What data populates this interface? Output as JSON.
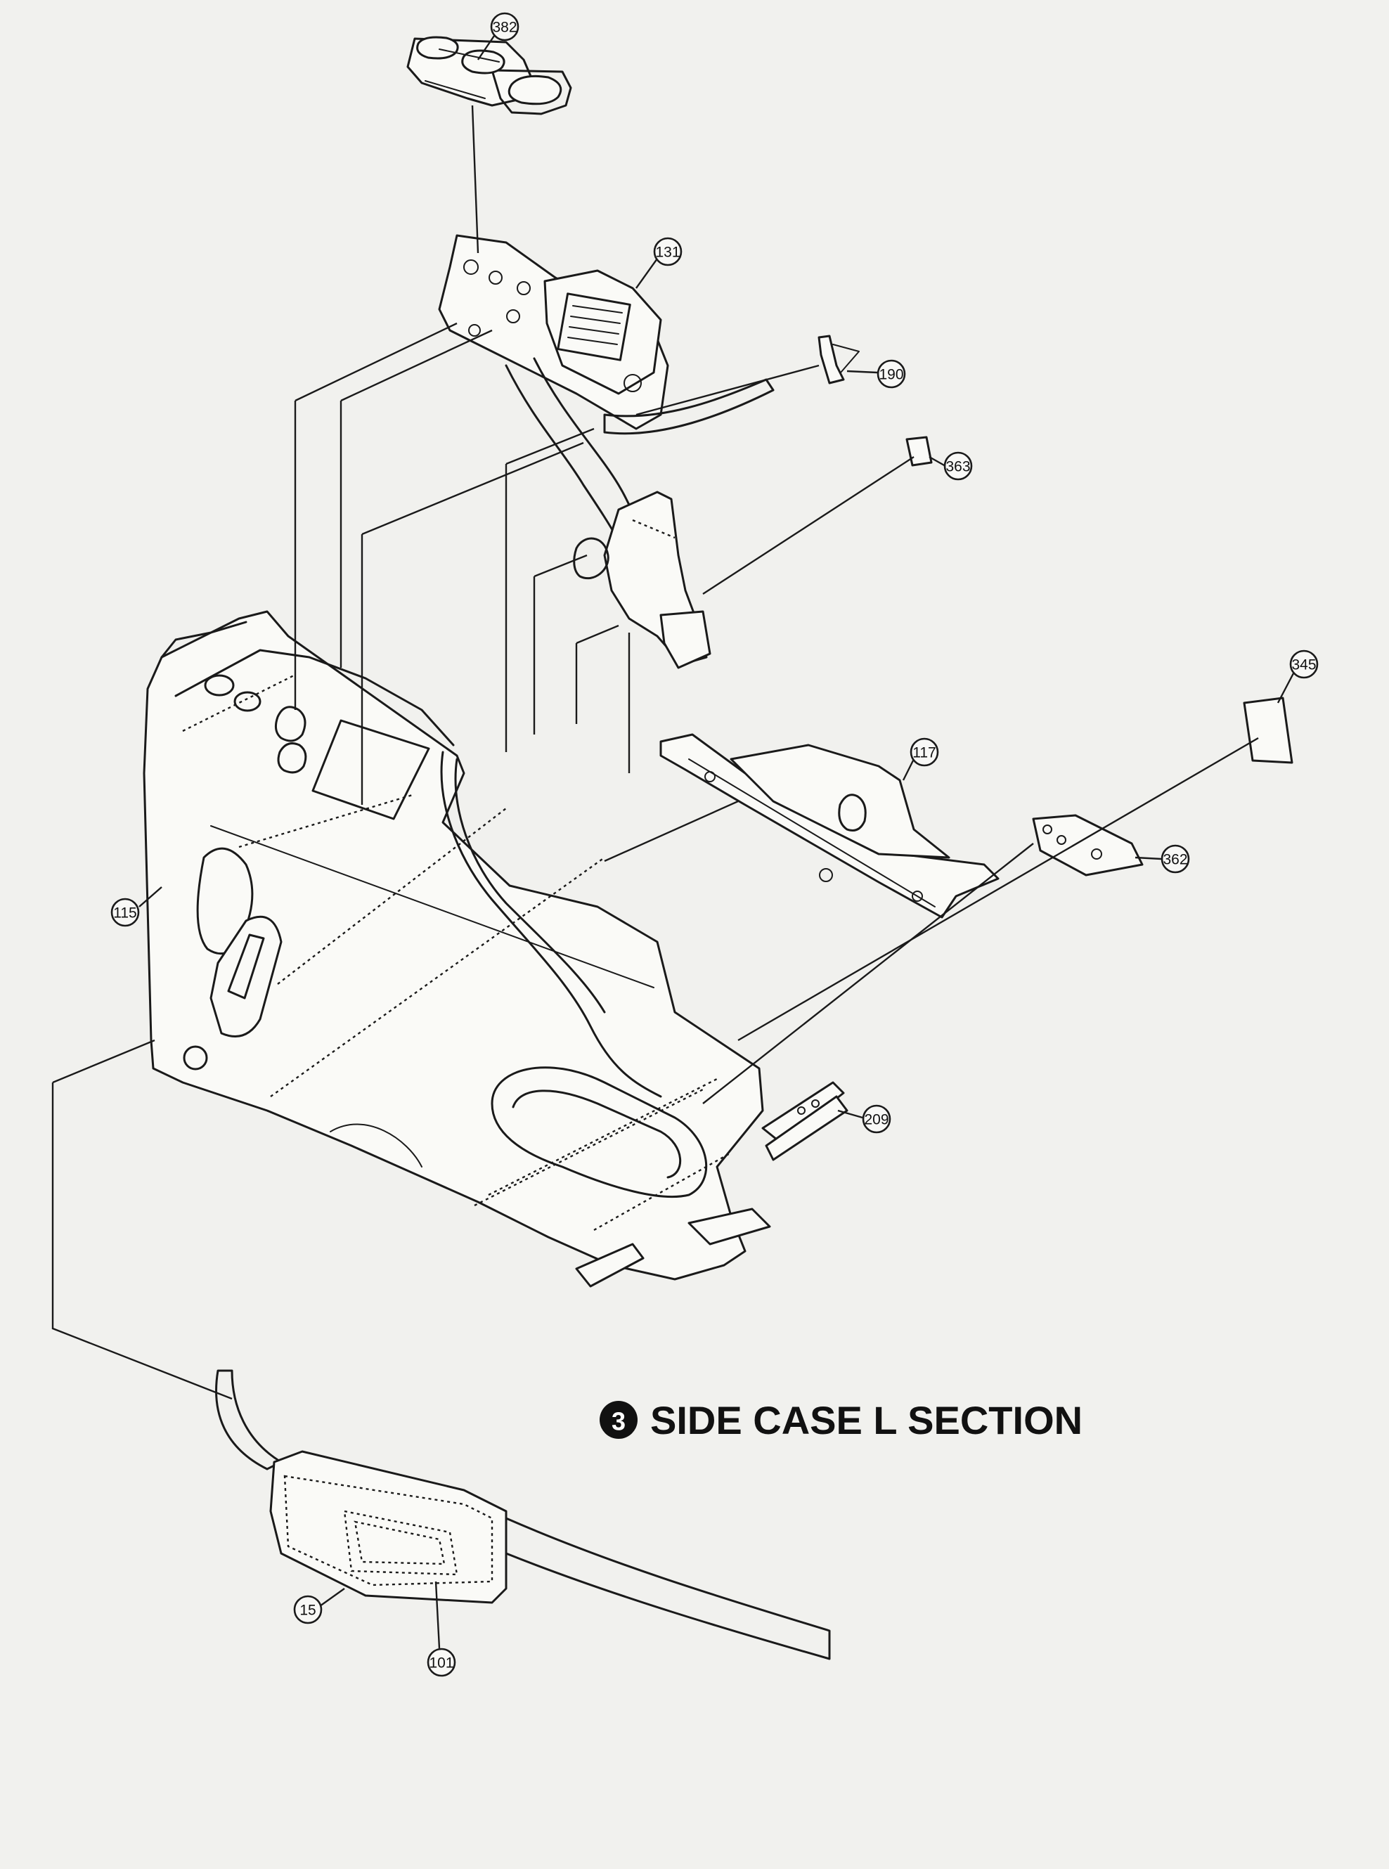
{
  "title": {
    "number": "3",
    "text": "SIDE CASE L SECTION"
  },
  "callouts": [
    {
      "id": "382",
      "label": "382"
    },
    {
      "id": "131",
      "label": "131"
    },
    {
      "id": "190",
      "label": "190"
    },
    {
      "id": "363",
      "label": "363"
    },
    {
      "id": "345",
      "label": "345"
    },
    {
      "id": "117",
      "label": "117"
    },
    {
      "id": "362",
      "label": "362"
    },
    {
      "id": "115",
      "label": "115"
    },
    {
      "id": "209",
      "label": "209"
    },
    {
      "id": "15",
      "label": "15"
    },
    {
      "id": "101",
      "label": "101"
    }
  ]
}
